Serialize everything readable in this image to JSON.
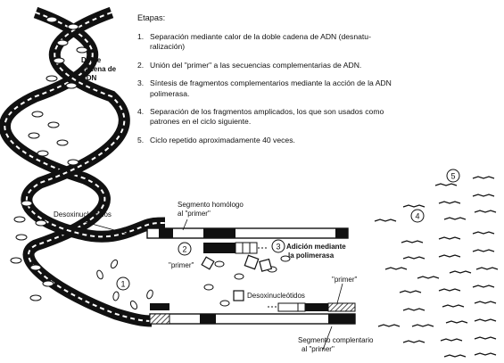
{
  "labels": {
    "helix": [
      "Doble",
      "cadena de",
      "ADN"
    ],
    "desoxi_left": "Desoxinucleótidos",
    "segmento_homologo": [
      "Segmento homólogo",
      "al \"primer\""
    ],
    "primer_left": "\"primer\"",
    "adicion": [
      "Adición mediante",
      "la polimerasa"
    ],
    "desoxi_center": "Desoxinucleótidos",
    "primer_right": "\"primer\"",
    "segmento_complementario": [
      "Segmento complentario",
      "al \"primer\""
    ]
  },
  "markers": {
    "m1": "1",
    "m2": "2",
    "m3": "3",
    "m4": "4",
    "m5": "5"
  },
  "steps": {
    "title": "Etapas:",
    "items": [
      {
        "num": "1.",
        "text": "Separación mediante calor de la doble cadena de ADN (desnatu-ralización)"
      },
      {
        "num": "2.",
        "text": "Unión del \"primer\" a las secuencias complementarias de ADN."
      },
      {
        "num": "3.",
        "text": "Síntesis de fragmentos complementarios mediante la acción de la ADN polimerasa."
      },
      {
        "num": "4.",
        "text": "Separación de los fragmentos amplicados, los que son usados como patrones en el ciclo siguiente."
      },
      {
        "num": "5.",
        "text": "Ciclo repetido aproximadamente 40 veces."
      }
    ]
  }
}
